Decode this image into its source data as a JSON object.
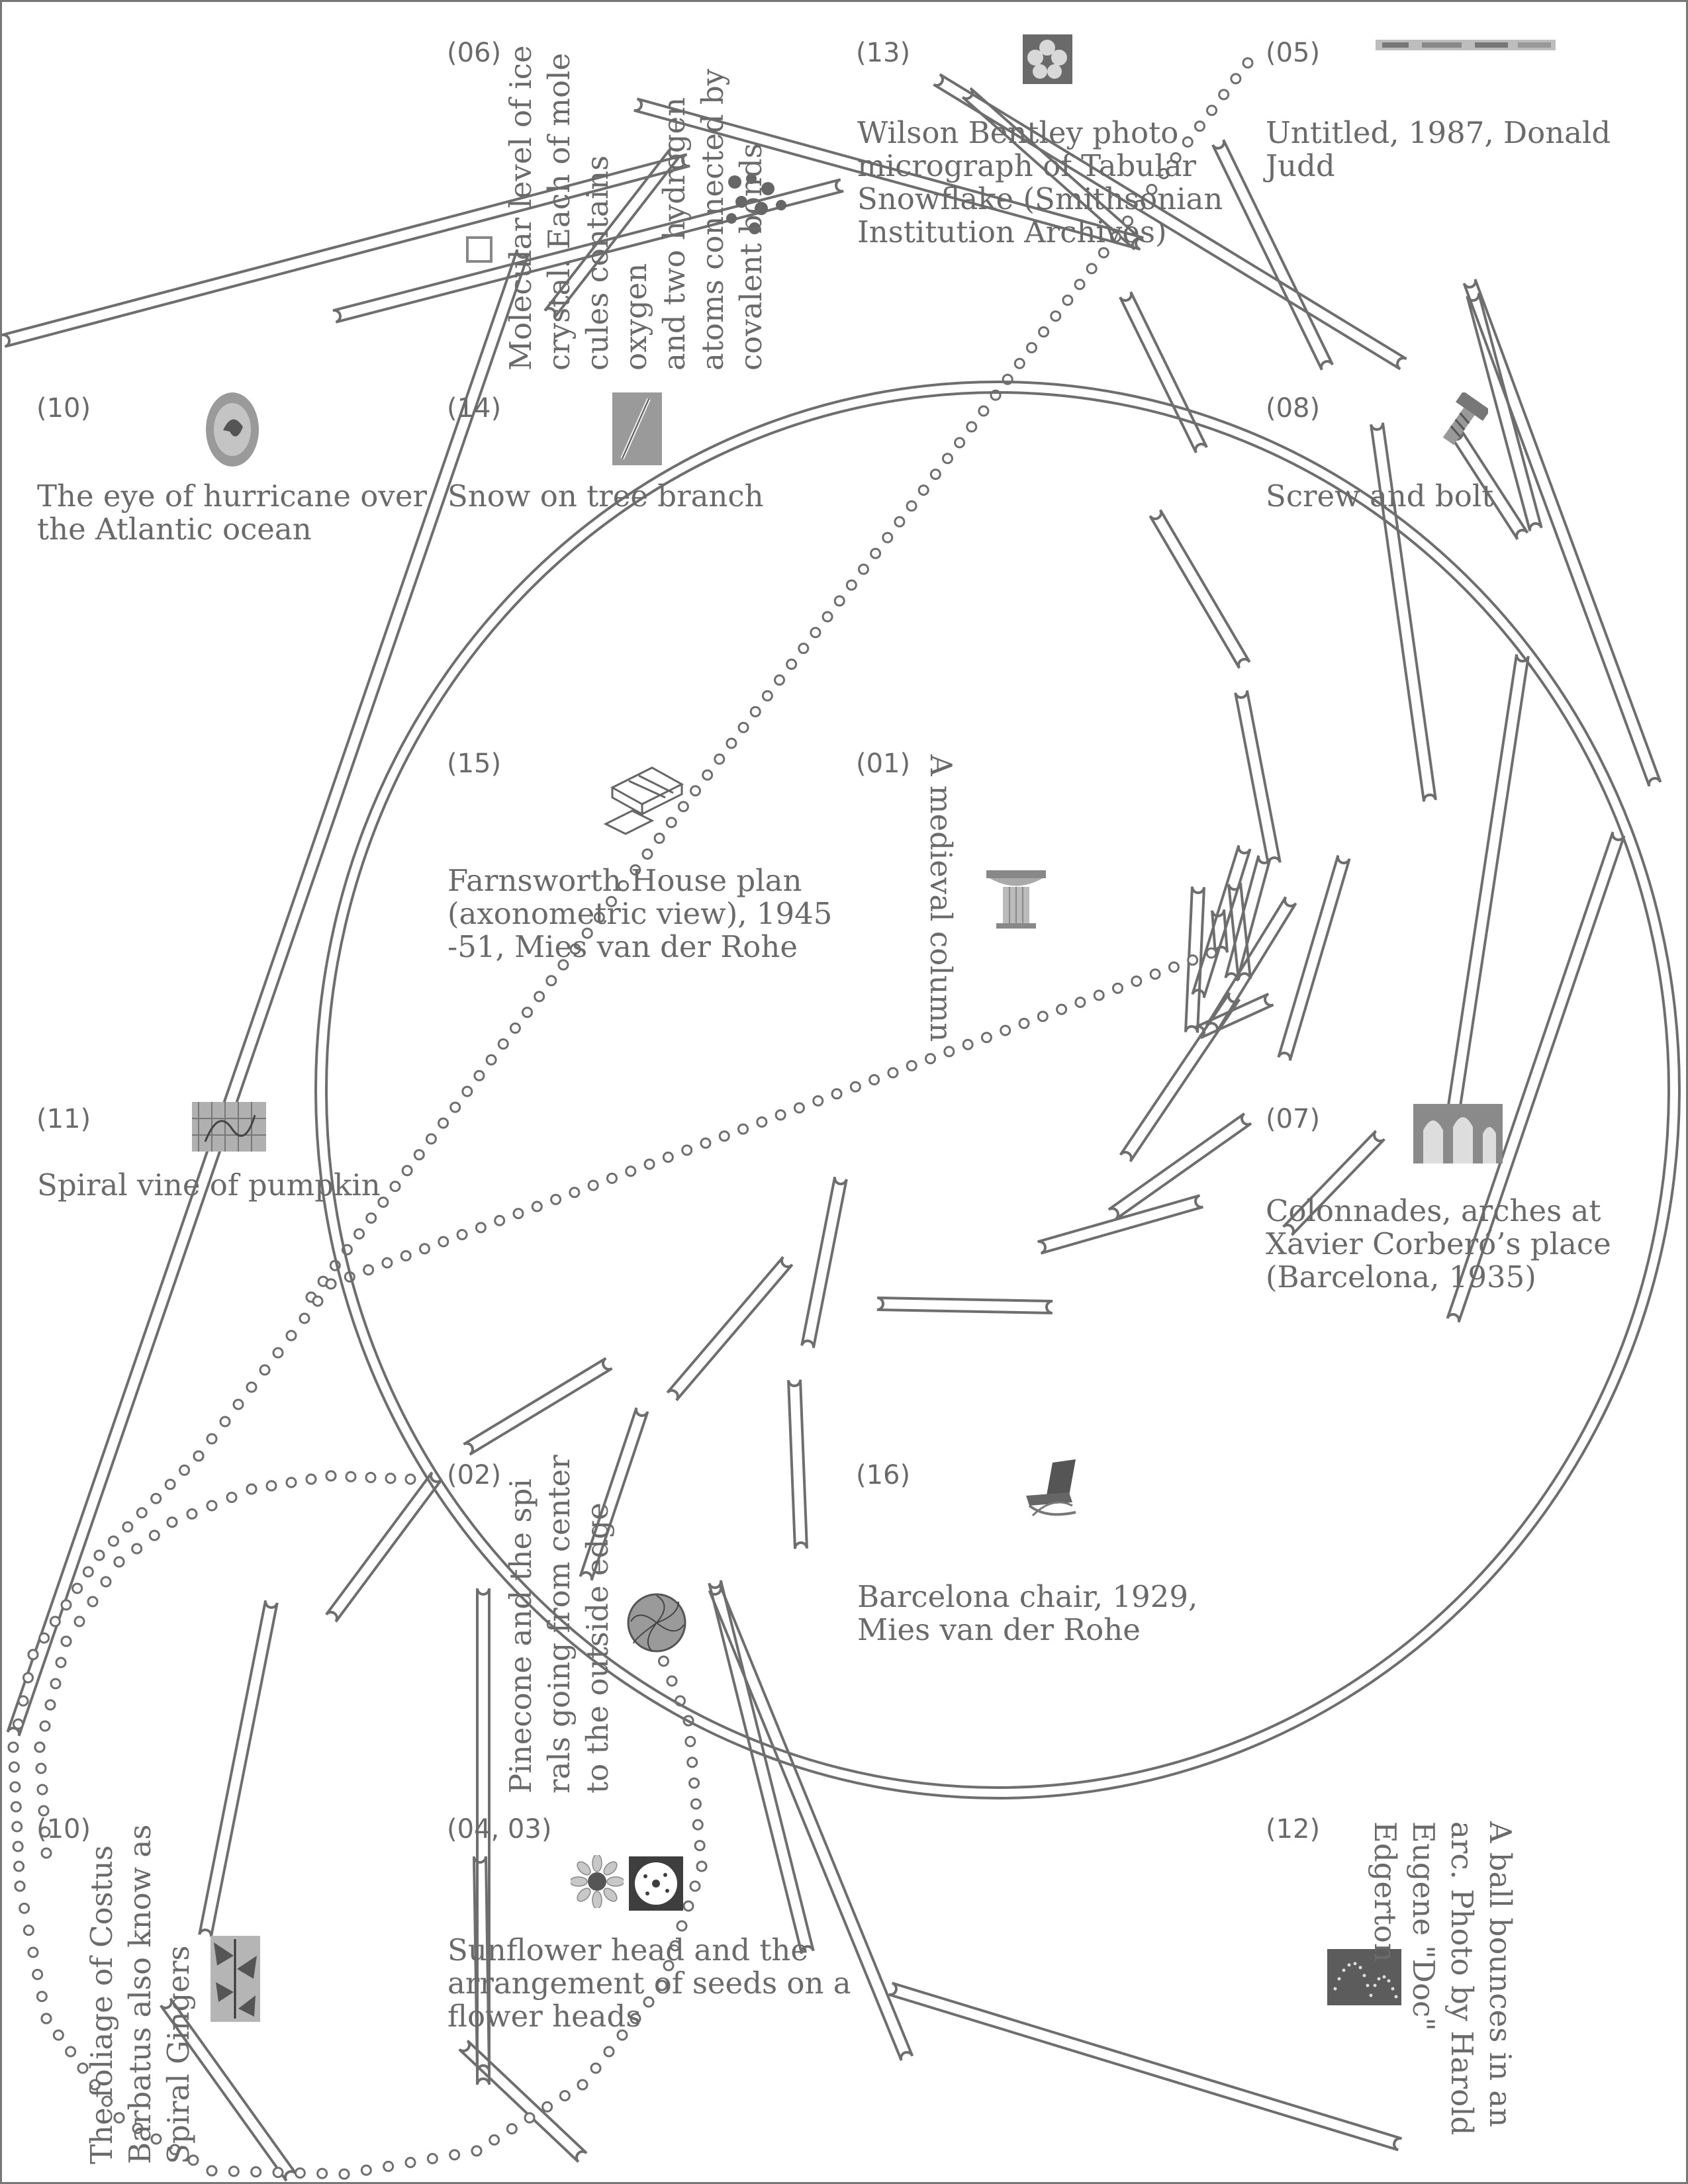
{
  "entries": [
    {
      "id": "06",
      "num": "(06)",
      "caption": "Molecular level of ice\ncrystal. Each of mole\ncules contains oxygen\nand two hydrogen\natoms connected by\ncovalent bonds",
      "icon": "ice-molecule-icon"
    },
    {
      "id": "13",
      "num": "(13)",
      "caption": "Wilson Bentley photo\nmicrograph of Tabular\nSnowflake (Smithsonian\nInstitution Archives)",
      "icon": "snowflake-icon"
    },
    {
      "id": "05",
      "num": "(05)",
      "caption": "Untitled, 1987, Donald\nJudd",
      "icon": "judd-sculpture-icon"
    },
    {
      "id": "10a",
      "num": "(10)",
      "caption": "The eye of hurricane over\nthe Atlantic ocean",
      "icon": "hurricane-icon"
    },
    {
      "id": "14",
      "num": "(14)",
      "caption": "Snow on tree branch",
      "icon": "tree-branch-icon"
    },
    {
      "id": "08",
      "num": "(08)",
      "caption": "Screw and bolt",
      "icon": "screw-bolt-icon"
    },
    {
      "id": "15",
      "num": "(15)",
      "caption": "Farnsworth House plan\n(axonometric view), 1945\n-51,  Mies van der Rohe",
      "icon": "farnsworth-house-icon"
    },
    {
      "id": "01",
      "num": "(01)",
      "caption": "A medieval column",
      "icon": "column-icon"
    },
    {
      "id": "11",
      "num": "(11)",
      "caption": "Spiral vine of pumpkin",
      "icon": "pumpkin-vine-icon"
    },
    {
      "id": "07",
      "num": "(07)",
      "caption": "Colonnades, arches at\nXavier Corberó’s place\n(Barcelona, 1935)",
      "icon": "arches-icon"
    },
    {
      "id": "02",
      "num": "(02)",
      "caption": "Pinecone and the spi\nrals going from center\nto the outside edge",
      "icon": "pinecone-icon"
    },
    {
      "id": "16",
      "num": "(16)",
      "caption": "Barcelona chair, 1929,\nMies van der Rohe",
      "icon": "barcelona-chair-icon"
    },
    {
      "id": "10b",
      "num": "(10)",
      "caption": "The foliage of Costus\nBarbatus also know as\nSpiral Gingers",
      "icon": "spiral-ginger-icon"
    },
    {
      "id": "0403",
      "num": "(04, 03)",
      "caption": "Sunflower head and the\narrangement of seeds on a\nflower heads",
      "icon": "sunflower-icon"
    },
    {
      "id": "12",
      "num": "(12)",
      "caption": "A ball bounces in an\narc. Photo by Harold\nEugene \"Doc\" Edgerton",
      "icon": "bouncing-ball-icon"
    }
  ],
  "colors": {
    "line": "#6e6e6e",
    "text": "#6a6a6a",
    "thumb": "#7a7a7a",
    "background": "#ffffff"
  }
}
